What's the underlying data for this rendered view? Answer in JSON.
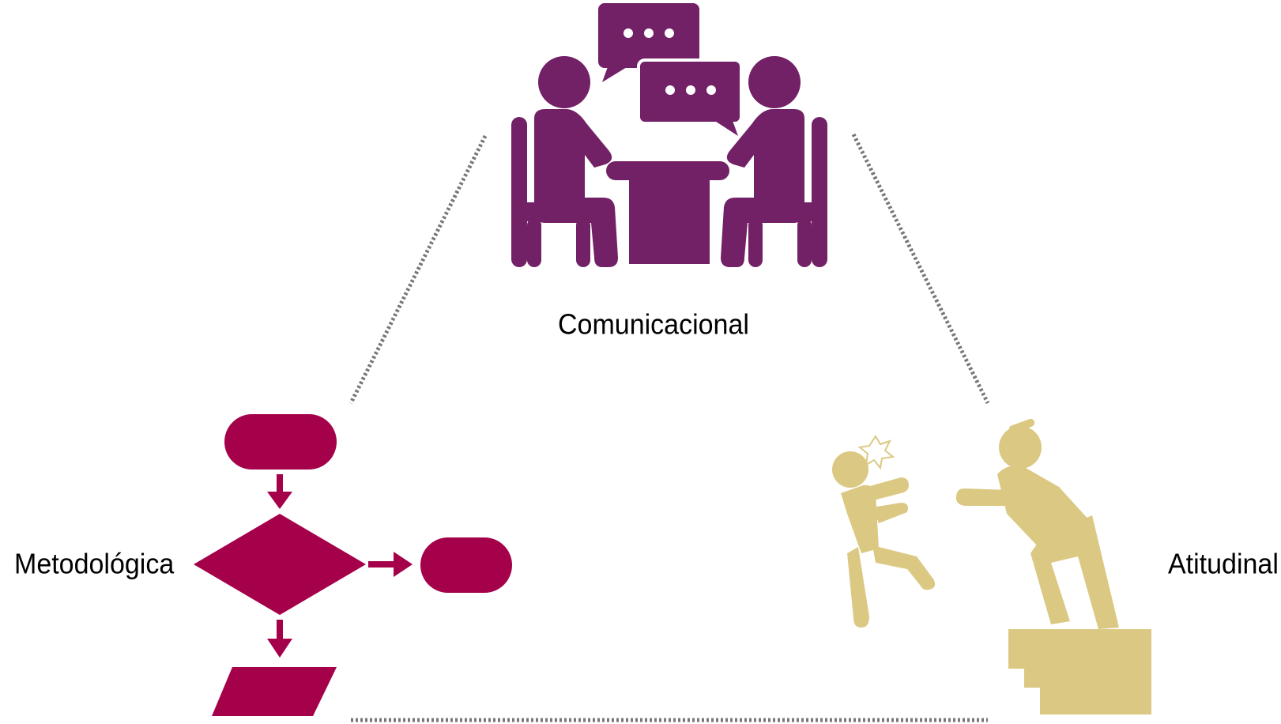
{
  "colors": {
    "communication": "#722166",
    "methodology": "#a5004a",
    "attitude": "#dbc983",
    "connector": "#777777"
  },
  "nodes": [
    {
      "id": "comunicacional",
      "label": "Comunicacional",
      "icon": "meeting-conversation-icon"
    },
    {
      "id": "metodologica",
      "label": "Metodológica",
      "icon": "flowchart-icon"
    },
    {
      "id": "atitudinal",
      "label": "Atitudinal",
      "icon": "pushing-person-icon"
    }
  ],
  "connectors": [
    {
      "from": "comunicacional",
      "to": "metodologica",
      "style": "dotted"
    },
    {
      "from": "comunicacional",
      "to": "atitudinal",
      "style": "dotted"
    },
    {
      "from": "metodologica",
      "to": "atitudinal",
      "style": "dotted"
    }
  ]
}
